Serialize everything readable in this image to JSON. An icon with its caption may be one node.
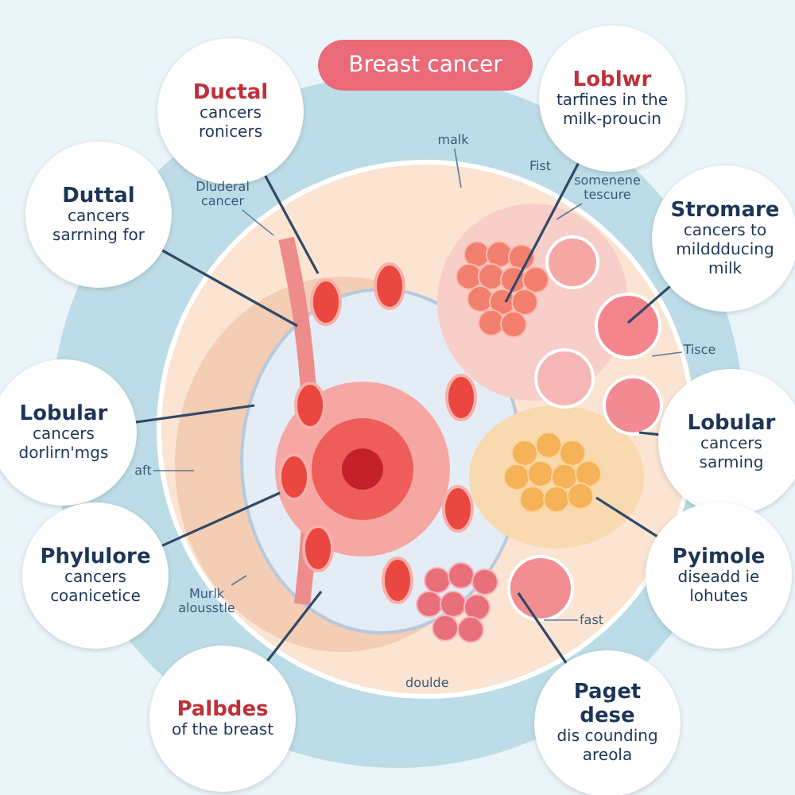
{
  "diagram": {
    "title": "Breast cancer",
    "nodes": [
      {
        "text": [
          "Ductal",
          "cancers ronicers"
        ]
      },
      {
        "text": [
          "Duttal",
          "cancers sarrning for"
        ]
      },
      {
        "text": [
          "Lobular",
          "cancers dorlirn'mgs"
        ]
      },
      {
        "text": [
          "Phylulore",
          "cancers coanicetice"
        ]
      },
      {
        "text": [
          "Palbdes",
          "of the breast"
        ]
      },
      {
        "text": [
          "Loblwr",
          "tarfines in the milk-proucin"
        ]
      },
      {
        "text": [
          "Stromare",
          "cancers to milddducing milk"
        ]
      },
      {
        "text": [
          "Lobular",
          "cancers sarming"
        ]
      },
      {
        "text": [
          "Pyimole",
          "diseadd ie lohutes"
        ]
      },
      {
        "text": [
          "Paget dese",
          "dis counding areola"
        ]
      },
      {
        "text": [
          "Dluderal cancer"
        ]
      },
      {
        "text": [
          "malk"
        ]
      },
      {
        "text": [
          "somenene tescure"
        ]
      },
      {
        "text": [
          "Tisce"
        ]
      },
      {
        "text": [
          "aft"
        ]
      },
      {
        "text": [
          "Murlk alousstle"
        ]
      },
      {
        "text": [
          "fast"
        ]
      }
    ],
    "edges": [
      {
        "from": 0,
        "to": null,
        "arrow": "none"
      },
      {
        "from": 1,
        "to": null,
        "arrow": "none"
      },
      {
        "from": 2,
        "to": null,
        "arrow": "none"
      },
      {
        "from": 3,
        "to": null,
        "arrow": "none"
      },
      {
        "from": 4,
        "to": null,
        "arrow": "none"
      },
      {
        "from": 5,
        "to": null,
        "arrow": "none"
      },
      {
        "from": 6,
        "to": null,
        "arrow": "none"
      },
      {
        "from": 7,
        "to": null,
        "arrow": "none"
      },
      {
        "from": 8,
        "to": null,
        "arrow": "none"
      },
      {
        "from": 9,
        "to": null,
        "arrow": "none"
      },
      {
        "from": 10,
        "to": null,
        "arrow": "none"
      },
      {
        "from": 11,
        "to": null,
        "arrow": "none"
      },
      {
        "from": 12,
        "to": null,
        "arrow": "none"
      },
      {
        "from": 13,
        "to": null,
        "arrow": "none"
      },
      {
        "from": 14,
        "to": null,
        "arrow": "none"
      },
      {
        "from": 15,
        "to": null,
        "arrow": "none"
      },
      {
        "from": 16,
        "to": null,
        "arrow": "none"
      }
    ],
    "labels": [
      "Fist",
      "doulde"
    ]
  }
}
